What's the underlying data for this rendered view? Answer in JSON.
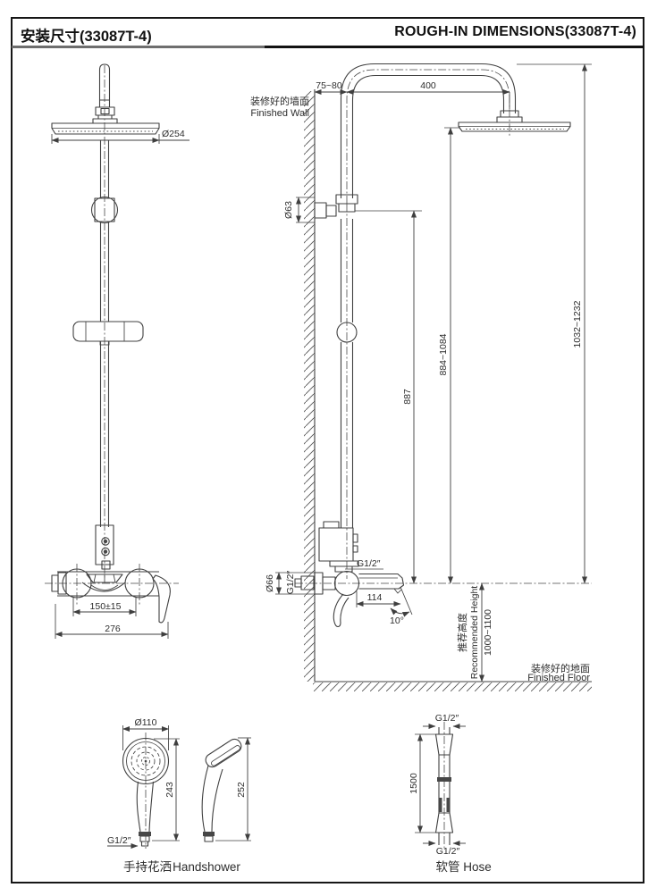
{
  "page": {
    "title_zh": "安装尺寸(33087T-4)",
    "title_en": "ROUGH-IN DIMENSIONS(33087T-4)"
  },
  "front_view": {
    "head_diameter": "Ø254",
    "inlet_centers": "150±15",
    "overall_width": "276"
  },
  "side_view": {
    "finished_wall_zh": "装修好的墙面",
    "finished_wall_en": "Finished Wall",
    "wall_to_riser": "75~80",
    "arm_reach": "400",
    "top_escutcheon_diameter": "Ø63",
    "bracket_to_valve": "887",
    "head_to_valve": "884~1084",
    "arm_top_to_valve": "1032~1232",
    "outlet_thread": "G1/2″",
    "bottom_escutcheon_diameter": "Ø66",
    "inlet_thread": "G1/2″",
    "spout_reach": "114",
    "spout_angle": "10°",
    "recommended_height_zh": "推荐高度",
    "recommended_height_en": "Recommended Height",
    "recommended_height_range": "1000~1100",
    "finished_floor_zh": "装修好的地面",
    "finished_floor_en": "Finished Floor"
  },
  "handshower": {
    "head_diameter": "Ø110",
    "length_front": "243",
    "length_side": "252",
    "thread": "G1/2″",
    "label_zh": "手持花洒",
    "label_en": "Handshower"
  },
  "hose": {
    "top_thread": "G1/2″",
    "bottom_thread": "G1/2″",
    "length": "1500",
    "label_zh": "软管",
    "label_en": "Hose"
  },
  "colors": {
    "line": "#404040",
    "text": "#2d2d2d",
    "border": "#161616",
    "background": "#ffffff"
  }
}
